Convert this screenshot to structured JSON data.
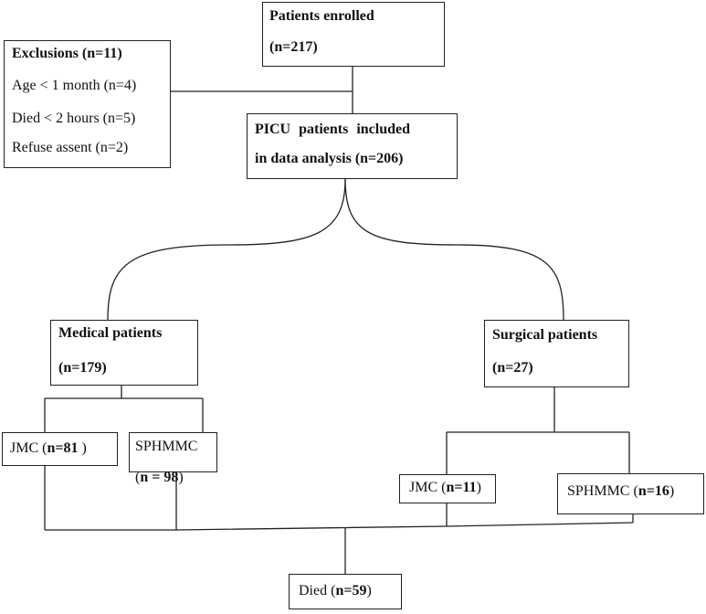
{
  "boxes": {
    "enrolled": {
      "title": "Patients enrolled",
      "count": "(n=217)"
    },
    "exclusions": {
      "title": "Exclusions (n=11)",
      "items": [
        "Age < 1 month (n=4)",
        "Died < 2 hours (n=5)",
        "Refuse assent (n=2)"
      ]
    },
    "included": {
      "line1": "PICU patients included",
      "line2": "in data analysis (n=206)"
    },
    "medical": {
      "title": "Medical patients",
      "count": "(n=179)"
    },
    "surgical": {
      "title": "Surgical patients",
      "count": "(n=27)"
    },
    "med_jmc": {
      "prefix": "JMC (",
      "count": "n=81",
      "suffix": " )"
    },
    "med_sphmmc": {
      "line1": "SPHMMC",
      "prefix": "(",
      "count": "n = 98",
      "suffix": ")"
    },
    "surg_jmc": {
      "prefix": "JMC (",
      "count": "n=11",
      "suffix": ")"
    },
    "surg_sphmmc": {
      "prefix": "SPHMMC (",
      "count": "n=16",
      "suffix": ")"
    },
    "died": {
      "prefix": "Died (",
      "count": "n=59",
      "suffix": ")"
    }
  }
}
